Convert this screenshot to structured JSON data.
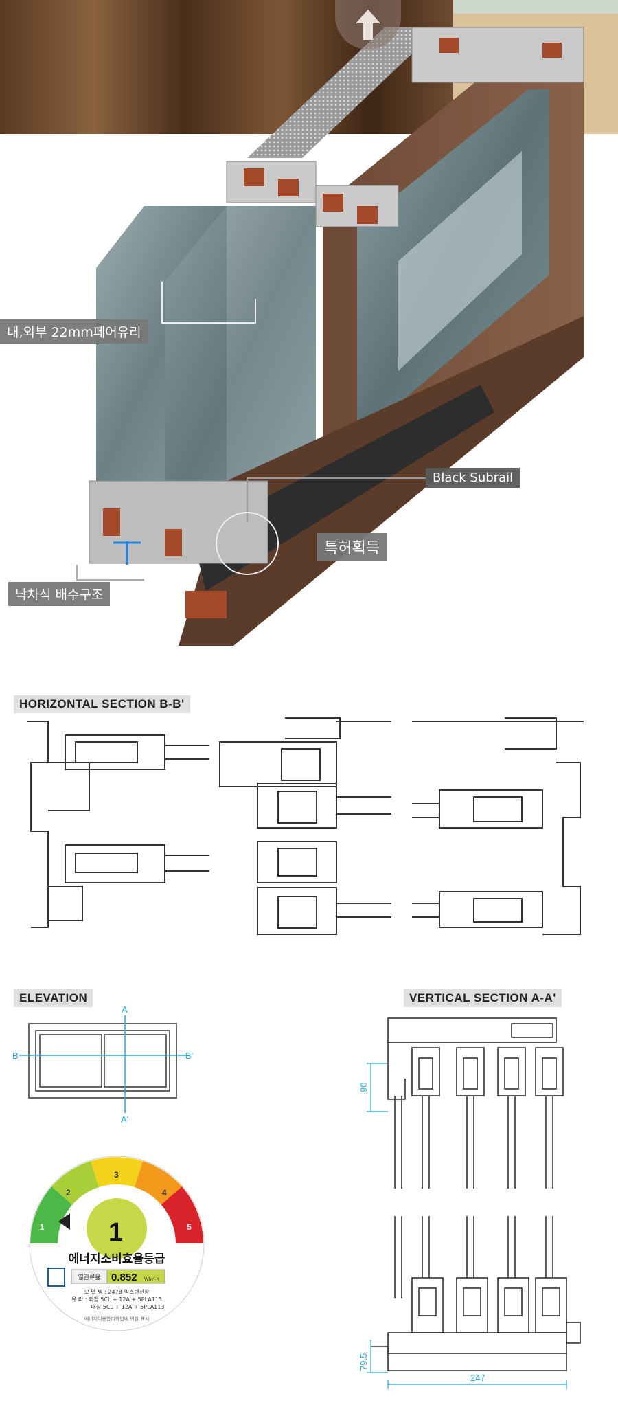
{
  "callouts": {
    "glass": "내,외부 22mm페어유리",
    "subrail": "Black Subrail",
    "patent": "특허획득",
    "drain": "낙차식 배수구조"
  },
  "sections": {
    "horizontal": "HORIZONTAL SECTION B-B'",
    "elevation": "ELEVATION",
    "vertical": "VERTICAL SECTION A-A'"
  },
  "elevation_marks": {
    "a_top": "A",
    "a_bottom": "A'",
    "b_left": "B",
    "b_right": "B'"
  },
  "dimensions": {
    "d90": "90",
    "d79": "79.5",
    "d247": "247"
  },
  "energy_label": {
    "grade": "1",
    "grade_numbers": [
      "1",
      "2",
      "3",
      "4",
      "5"
    ],
    "title": "에너지소비효율등급",
    "rate_label": "열관류율",
    "rate_value": "0.852",
    "rate_unit": "W/㎡·K",
    "model_line": "모 델 명 : 247B 익스텐션창",
    "glass_outer": "유 리 : 외창 5CL + 12A + 5PLA113",
    "glass_inner": "내창 5CL + 12A + 5PLA113",
    "footer": "에너지이용합리화법에 의한 표시",
    "colors": [
      "#4cb848",
      "#a8cf38",
      "#f4d11a",
      "#f39a1d",
      "#d8232a"
    ]
  },
  "icons": {
    "scroll_top": "arrow-up-icon"
  }
}
